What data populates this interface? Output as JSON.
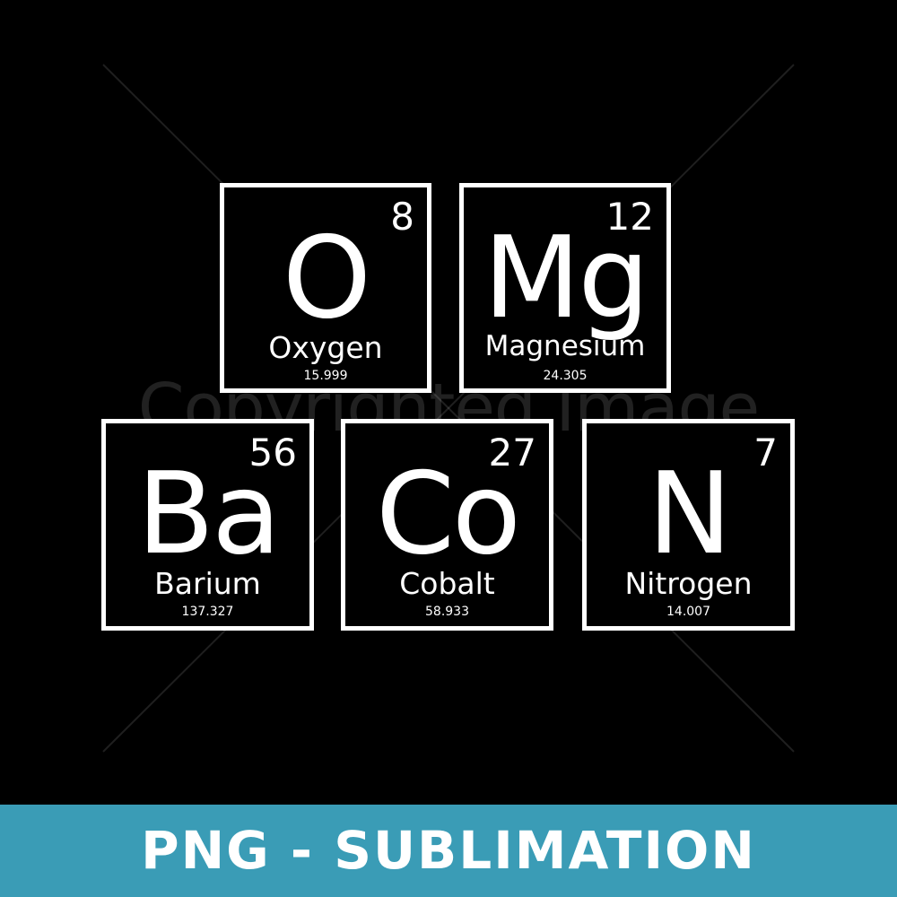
{
  "watermark": {
    "text": "Copyrighted Image"
  },
  "elements": [
    {
      "id": "o",
      "number": "8",
      "symbol": "O",
      "name": "Oxygen",
      "mass": "15.999"
    },
    {
      "id": "mg",
      "number": "12",
      "symbol": "Mg",
      "name": "Magnesium",
      "mass": "24.305"
    },
    {
      "id": "ba",
      "number": "56",
      "symbol": "Ba",
      "name": "Barium",
      "mass": "137.327"
    },
    {
      "id": "co",
      "number": "27",
      "symbol": "Co",
      "name": "Cobalt",
      "mass": "58.933"
    },
    {
      "id": "n",
      "number": "7",
      "symbol": "N",
      "name": "Nitrogen",
      "mass": "14.007"
    }
  ],
  "banner": {
    "text": "PNG - SUBLIMATION"
  },
  "colors": {
    "background": "#000000",
    "foreground": "#ffffff",
    "banner": "#3a9cb6"
  }
}
